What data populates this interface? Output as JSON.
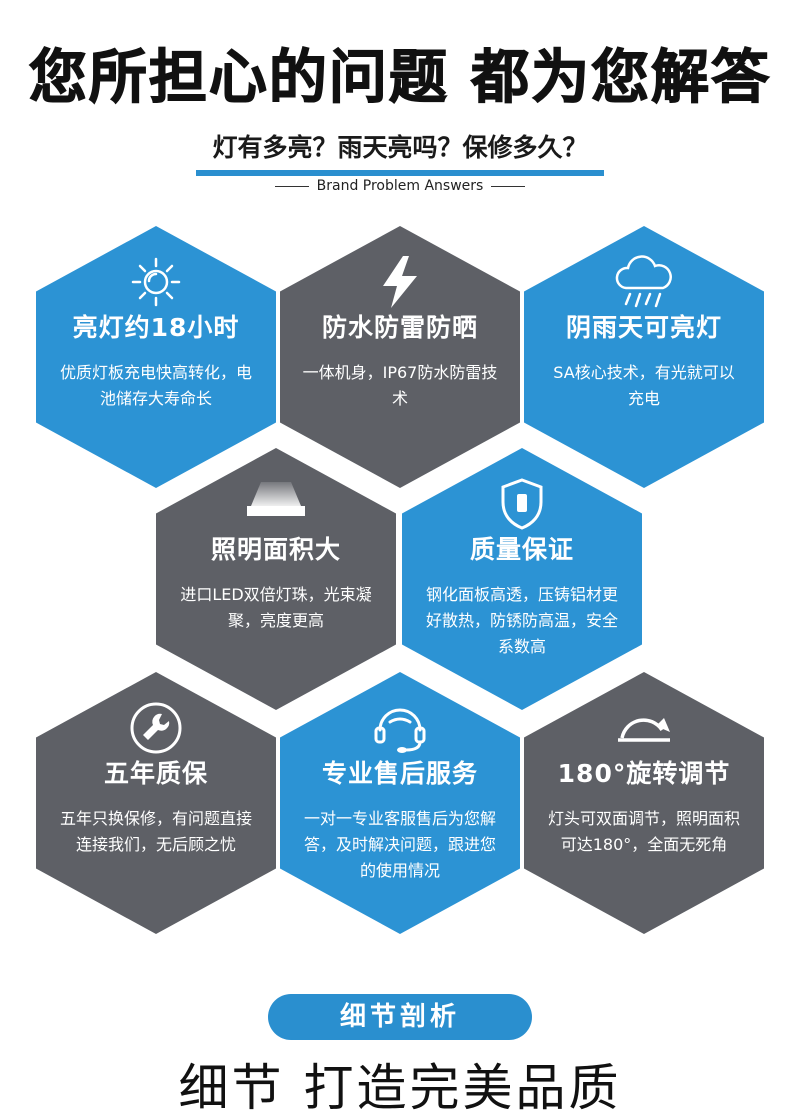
{
  "header": {
    "headline": "您所担心的问题 都为您解答",
    "subline": "灯有多亮？雨天亮吗？保修多久？",
    "brand": "Brand Problem Answers"
  },
  "hexes": [
    {
      "title": "亮灯约18小时",
      "desc": "优质灯板充电快高转化，电池储存大寿命长",
      "icon": "sun-icon",
      "color": "#2c93d4"
    },
    {
      "title": "防水防雷防晒",
      "desc": "一体机身，IP67防水防雷技术",
      "icon": "lightning-icon",
      "color": "#5e6066"
    },
    {
      "title": "阴雨天可亮灯",
      "desc": "SA核心技术，有光就可以充电",
      "icon": "rain-cloud-icon",
      "color": "#2c93d4"
    },
    {
      "title": "照明面积大",
      "desc": "进口LED双倍灯珠，光束凝聚，亮度更高",
      "icon": "lamp-icon",
      "color": "#5e6066"
    },
    {
      "title": "质量保证",
      "desc": "钢化面板高透，压铸铝材更好散热，防锈防高温，安全系数高",
      "icon": "shield-icon",
      "color": "#2c93d4"
    },
    {
      "title": "五年质保",
      "desc": "五年只换保修，有问题直接连接我们，无后顾之忧",
      "icon": "wrench-icon",
      "color": "#5e6066"
    },
    {
      "title": "专业售后服务",
      "desc": "一对一专业客服售后为您解答，及时解决问题，跟进您的使用情况",
      "icon": "headset-icon",
      "color": "#2c93d4"
    },
    {
      "title": "180°旋转调节",
      "desc": "灯头可双面调节，照明面积可达180°，全面无死角",
      "icon": "rotate-arrow-icon",
      "color": "#5e6066"
    }
  ],
  "section": {
    "pill": "细节剖析",
    "footer": "细节 打造完美品质"
  }
}
